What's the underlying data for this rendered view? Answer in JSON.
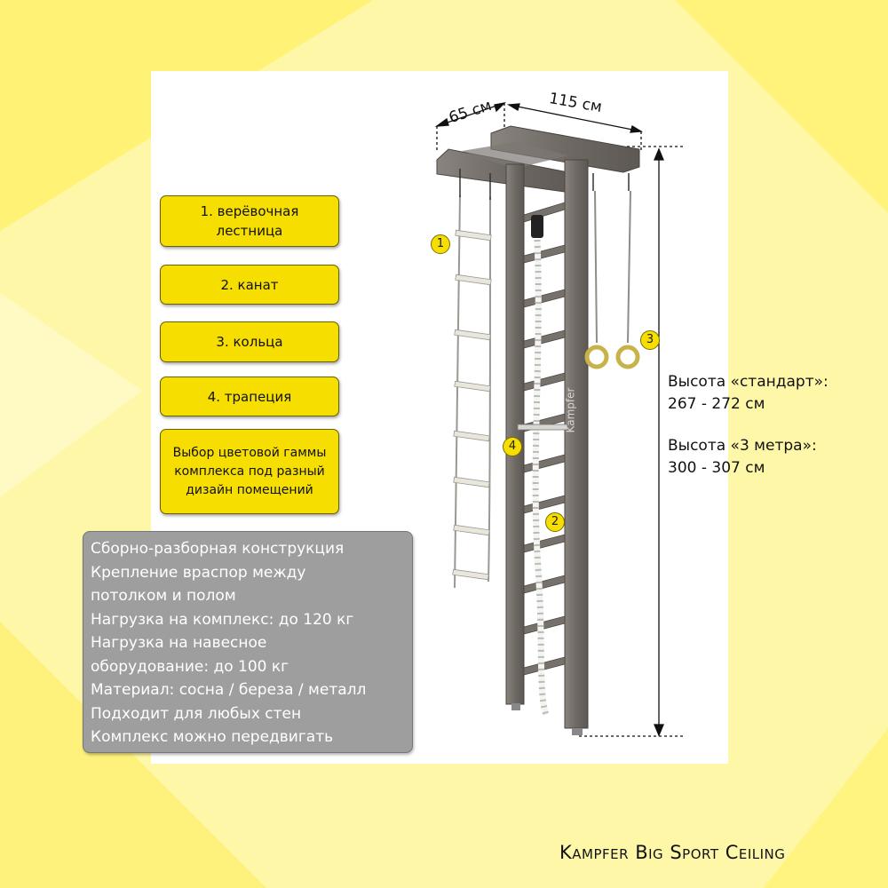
{
  "features": [
    {
      "label": "1. верёвочная лестница"
    },
    {
      "label": "2. канат"
    },
    {
      "label": "3. кольца"
    },
    {
      "label": "4. трапеция"
    },
    {
      "label": "Выбор цветовой гаммы комплекса под разный дизайн помещений"
    }
  ],
  "specs": [
    "Сборно-разборная конструкция",
    "Крепление враспор между",
    "потолком и полом",
    "Нагрузка на комплекс: до 120 кг",
    "Нагрузка на навесное",
    "оборудование: до 100 кг",
    "Материал: сосна / береза / металл",
    "Подходит для любых стен",
    "Комплекс можно передвигать"
  ],
  "dimensions": {
    "depth": "65 см",
    "width": "115 см"
  },
  "heights": {
    "standard_label": "Высота «стандарт»:",
    "standard_value": "267 - 272 см",
    "three_m_label": "Высота «3 метра»:",
    "three_m_value": "300 - 307 см"
  },
  "markers": [
    "1",
    "2",
    "3",
    "4"
  ],
  "brand_on_post": "Kampfer",
  "product_name": "Kampfer Big Sport Ceiling",
  "colors": {
    "background": "#fff9b8",
    "accent_yellow": "#f6de00",
    "spec_box_gray": "#9e9e9e",
    "wood_gray": "#756f6a"
  }
}
